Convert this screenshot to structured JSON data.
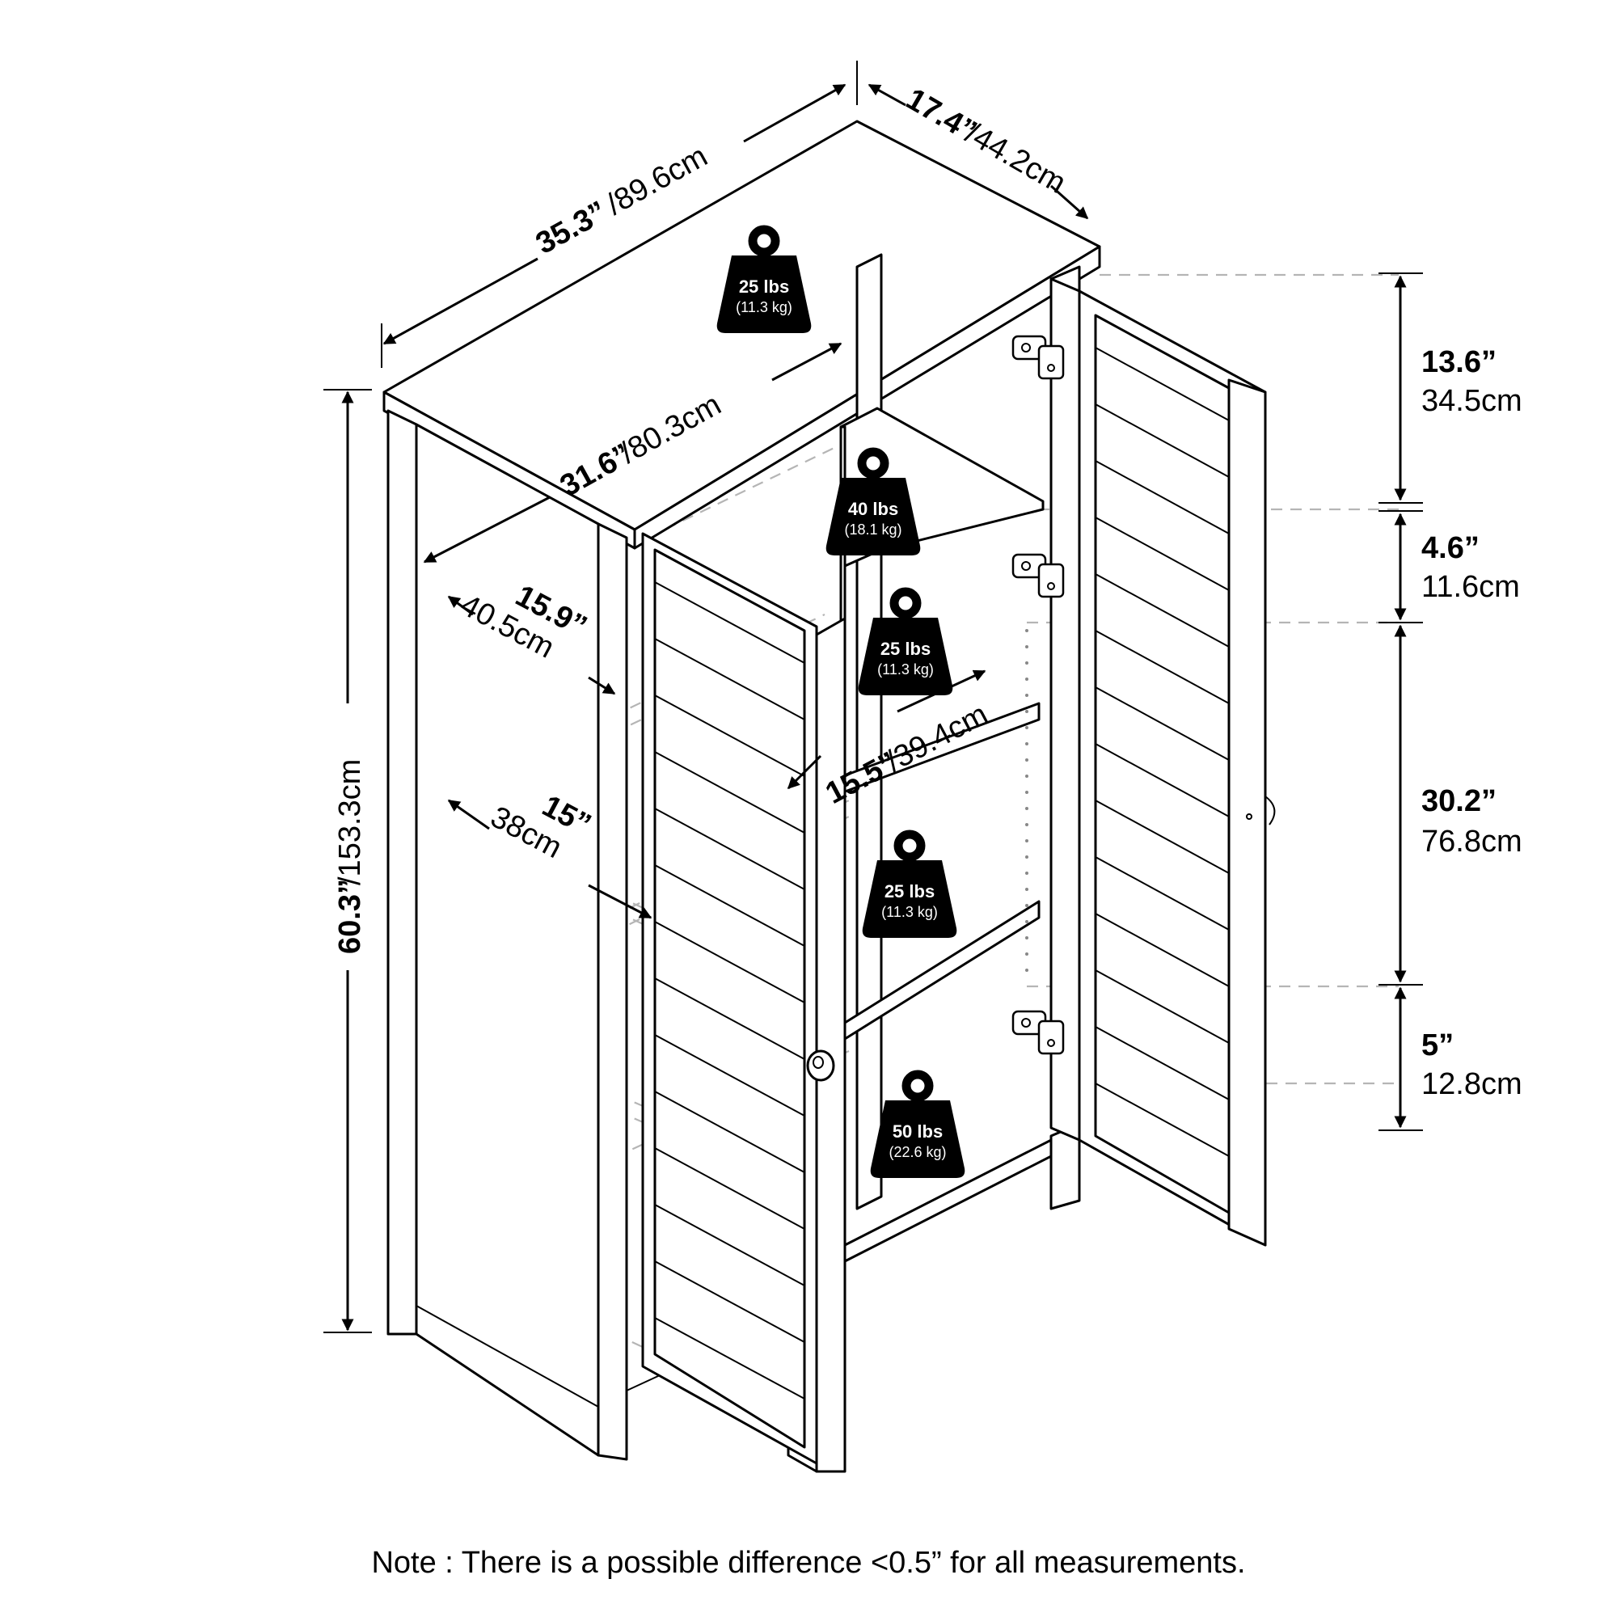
{
  "dimensions": {
    "top_width": {
      "inch": "35.3”",
      "cm": "/89.6cm"
    },
    "top_depth": {
      "inch": "17.4”",
      "cm": "/44.2cm"
    },
    "inner_width": {
      "inch": "31.6”",
      "cm": "/80.3cm"
    },
    "height": {
      "inch": "60.3”",
      "cm": "/153.3cm"
    },
    "upper_depth": {
      "inch": "15.9”",
      "cm": "40.5cm"
    },
    "lower_depth": {
      "inch": "15”",
      "cm": "38cm"
    },
    "shelf_depth": {
      "inch": "15.5”",
      "cm": "/39.4cm"
    },
    "gap_top": {
      "inch": "13.6”",
      "cm": "34.5cm"
    },
    "gap_2": {
      "inch": "4.6”",
      "cm": "11.6cm"
    },
    "gap_3": {
      "inch": "30.2”",
      "cm": "76.8cm"
    },
    "gap_bottom": {
      "inch": "5”",
      "cm": "12.8cm"
    }
  },
  "weights": {
    "top": {
      "lbs": "25 lbs",
      "kg": "(11.3 kg)"
    },
    "shelf_1": {
      "lbs": "40 lbs",
      "kg": "(18.1 kg)"
    },
    "shelf_2": {
      "lbs": "25 lbs",
      "kg": "(11.3 kg)"
    },
    "shelf_3": {
      "lbs": "25 lbs",
      "kg": "(11.3 kg)"
    },
    "bottom": {
      "lbs": "50 lbs",
      "kg": "(22.6 kg)"
    }
  },
  "note": "Note : There is a possible difference <0.5” for all measurements.",
  "icons": [
    "weight-icon",
    "hinge-icon",
    "door-knob-icon",
    "dimension-arrow-icon"
  ]
}
